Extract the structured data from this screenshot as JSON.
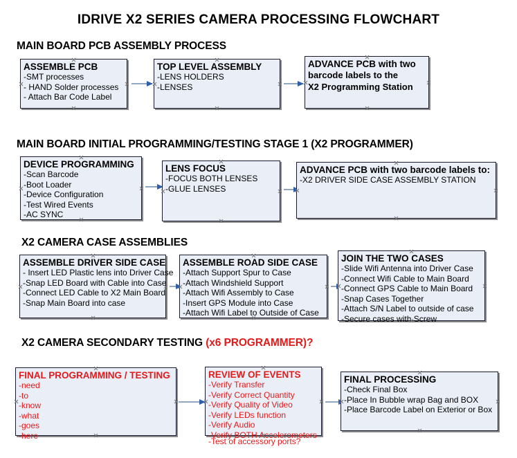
{
  "title": "IDRIVE X2  SERIES CAMERA PROCESSING FLOWCHART",
  "colors": {
    "box_fill": "#e9eef7",
    "box_border": "#1a1a2e",
    "box_shadow": "#8a8a8a",
    "arrow_line": "#8fa7c0",
    "arrow_head": "#2f5fa8",
    "text": "#000000",
    "red_text": "#e01b1b"
  },
  "sections": [
    {
      "heading": "MAIN BOARD PCB ASSEMBLY PROCESS",
      "heading_red": "",
      "boxes": [
        {
          "title": "ASSEMBLE PCB",
          "lines": [
            "-SMT processes",
            "- HAND Solder processes",
            "- Attach Bar Code Label"
          ]
        },
        {
          "title": "TOP LEVEL ASSEMBLY",
          "lines": [
            "-LENS HOLDERS",
            "-LENSES"
          ]
        },
        {
          "title": "ADVANCE PCB with two",
          "lines": [
            "barcode labels to the",
            " X2 Programming Station"
          ]
        }
      ]
    },
    {
      "heading": "MAIN BOARD INITIAL PROGRAMMING/TESTING STAGE 1 (X2 PROGRAMMER)",
      "heading_red": "",
      "boxes": [
        {
          "title": "DEVICE PROGRAMMING",
          "lines": [
            "-Scan Barcode",
            "-Boot Loader",
            "-Device Configuration",
            "-Test Wired Events",
            "-AC SYNC"
          ]
        },
        {
          "title": "LENS FOCUS",
          "lines": [
            "-FOCUS BOTH LENSES",
            "-GLUE LENSES"
          ]
        },
        {
          "title": "ADVANCE PCB with two barcode labels to:",
          "lines": [
            "-X2 DRIVER  SIDE  CASE  ASSEMBLY STATION"
          ]
        }
      ]
    },
    {
      "heading": "X2 CAMERA CASE ASSEMBLIES",
      "heading_red": "",
      "boxes": [
        {
          "title": "ASSEMBLE DRIVER SIDE CASE",
          "lines": [
            "- Insert LED Plastic lens into Driver Case",
            "-Snap LED Board with Cable into Case",
            "-Connect LED Cable to X2 Main Board",
            "-Snap Main Board into case"
          ]
        },
        {
          "title": "ASSEMBLE ROAD SIDE CASE",
          "lines": [
            "-Attach Support Spur to Case",
            "-Attach Windshield Support",
            "-Attach Wifi Assembly to Case",
            "-Insert GPS Module into Case",
            "-Attach Wifi Label to Outside of Case"
          ]
        },
        {
          "title": "JOIN THE TWO CASES",
          "lines": [
            "-Slide Wifi Antenna into Driver Case",
            "-Connect Wifi Cable to Main Board",
            "-Connect GPS Cable to Main Board",
            "-Snap Cases Together",
            "-Attach S/N Label to outside of case",
            "-Secure cases with Screw"
          ]
        }
      ]
    },
    {
      "heading": "X2 CAMERA SECONDARY TESTING ",
      "heading_red": "(x6 PROGRAMMER)?",
      "boxes": [
        {
          "title": "FINAL PROGRAMMING / TESTING",
          "lines": [
            "-need",
            "-to",
            "-know",
            "-what",
            "-goes",
            "-here"
          ]
        },
        {
          "title": "REVIEW OF EVENTS",
          "lines": [
            "-Verify Transfer",
            "-Verify Correct Quantity",
            "-Verify Quality of Video",
            "-Verify LEDs function",
            "-Verify Audio",
            "-Verify BOTH Accelerometers"
          ],
          "overflow_line": "-Test of accessory ports?"
        },
        {
          "title": "FINAL PROCESSING",
          "lines": [
            " -Check Final Box",
            "-Place In Bubble wrap Bag and BOX",
            "-Place Barcode Label on Exterior or Box"
          ]
        }
      ]
    }
  ]
}
